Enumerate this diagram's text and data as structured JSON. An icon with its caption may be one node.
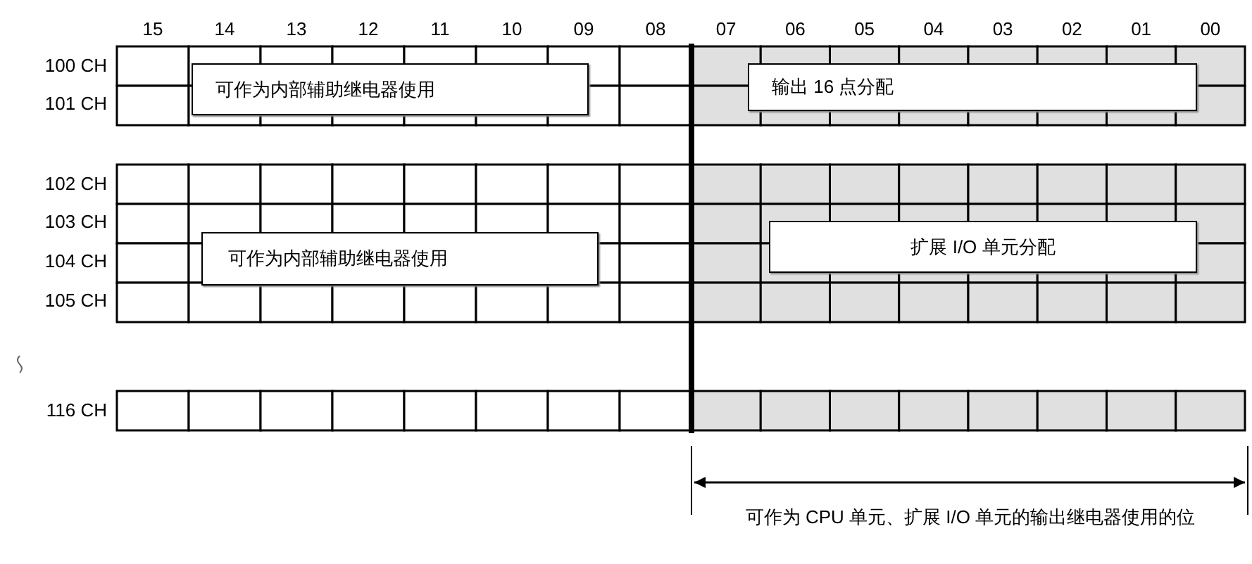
{
  "diagram": {
    "nodes": [
      {
        "text": [
          "可作为内部辅助继电器使用"
        ]
      },
      {
        "text": [
          "输出 16 点分配"
        ]
      },
      {
        "text": [
          "可作为内部辅助继电器使用"
        ]
      },
      {
        "text": [
          "扩展 I/O 单元分配"
        ]
      }
    ],
    "labels": [
      "15",
      "14",
      "13",
      "12",
      "11",
      "10",
      "09",
      "08",
      "07",
      "06",
      "05",
      "04",
      "03",
      "02",
      "01",
      "00",
      "100 CH",
      "101 CH",
      "102 CH",
      "103 CH",
      "104 CH",
      "105 CH",
      "116 CH",
      "可作为 CPU 单元、扩展 I/O 单元的输出继电器使用的位"
    ]
  }
}
